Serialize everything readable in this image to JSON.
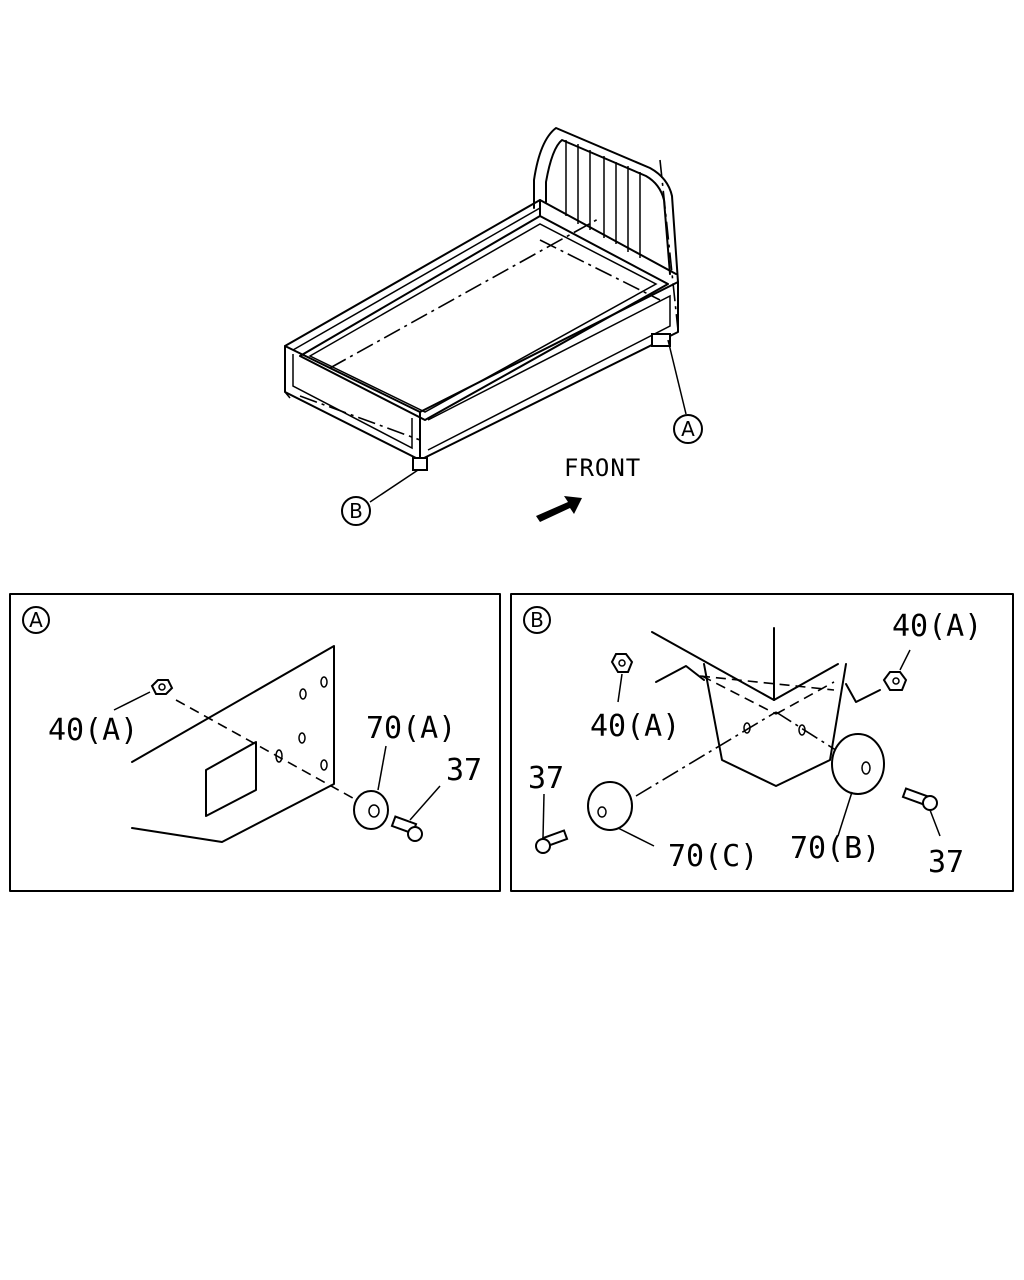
{
  "overview": {
    "front_label": "FRONT",
    "callout_a": "A",
    "callout_b": "B"
  },
  "detail_a": {
    "title": "A",
    "labels": {
      "nut": "40(A)",
      "mount": "70(A)",
      "bolt": "37"
    }
  },
  "detail_b": {
    "title": "B",
    "labels": {
      "nut_left": "40(A)",
      "nut_right": "40(A)",
      "mount_left": "70(C)",
      "mount_right": "70(B)",
      "bolt_left": "37",
      "bolt_right": "37"
    }
  }
}
